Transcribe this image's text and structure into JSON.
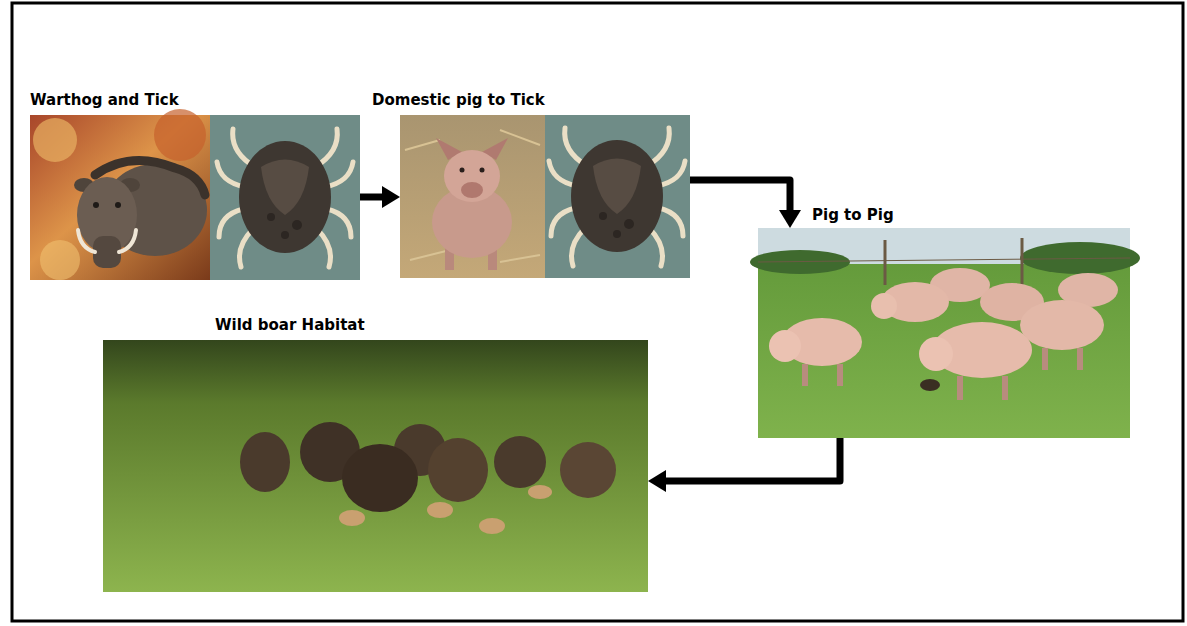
{
  "diagram": {
    "nodes": [
      {
        "text": [
          "Warthog and Tick"
        ]
      },
      {
        "text": [
          "Domestic pig to Tick"
        ]
      },
      {
        "text": [
          "Pig to Pig"
        ]
      },
      {
        "text": [
          "Wild boar Habitat"
        ]
      }
    ],
    "edges": [
      {
        "from": 0,
        "to": 1,
        "arrow": "to"
      },
      {
        "from": 1,
        "to": 2,
        "arrow": "to"
      },
      {
        "from": 2,
        "to": 3,
        "arrow": "to"
      }
    ]
  }
}
